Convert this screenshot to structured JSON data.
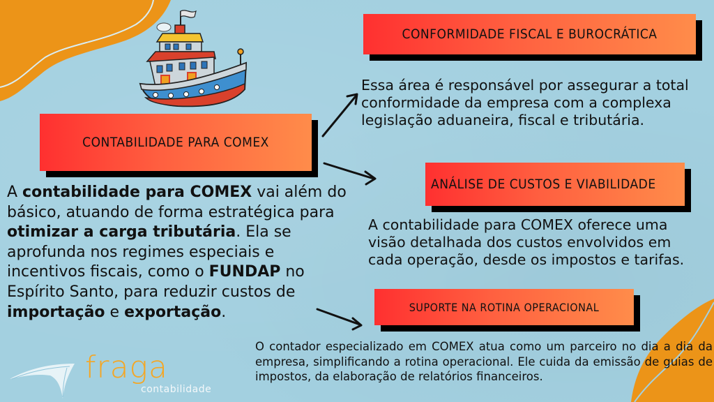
{
  "colors": {
    "background": "#a3d0e0",
    "accent_orange": "#ec9418",
    "banner_start": "#ff3030",
    "banner_end": "#ff8c4a",
    "text": "#111111",
    "logo_orange": "#f5a623"
  },
  "main_banner": {
    "label": "Contabilidade para COMEX"
  },
  "intro_paragraph": {
    "segments": [
      {
        "text": "A ",
        "bold": false
      },
      {
        "text": "contabilidade para COMEX",
        "bold": true
      },
      {
        "text": " vai além do básico, atuando de forma estratégica para ",
        "bold": false
      },
      {
        "text": "otimizar a carga tributária",
        "bold": true
      },
      {
        "text": ". Ela se aprofunda nos regimes especiais e incentivos fiscais, como o ",
        "bold": false
      },
      {
        "text": "FUNDAP",
        "bold": true
      },
      {
        "text": " no Espírito Santo, para reduzir custos de ",
        "bold": false
      },
      {
        "text": "importação",
        "bold": true
      },
      {
        "text": " e ",
        "bold": false
      },
      {
        "text": "exportação",
        "bold": true
      },
      {
        "text": ".",
        "bold": false
      }
    ]
  },
  "sections": [
    {
      "title": "Conformidade fiscal e burocrática",
      "body": "Essa área é responsável por assegurar a total conformidade da empresa com a complexa legislação aduaneira, fiscal e tributária."
    },
    {
      "title": "Análise de custos e viabilidade",
      "body": "A contabilidade para COMEX oferece uma visão detalhada dos custos envolvidos em cada operação, desde os impostos e tarifas."
    },
    {
      "title": "Suporte na rotina operacional",
      "body": "O contador especializado em COMEX atua como um parceiro no dia a dia da empresa, simplificando a rotina operacional. Ele cuida da emissão de guias de impostos, da elaboração de relatórios financeiros."
    }
  ],
  "logo": {
    "word": "fraga",
    "subtitle": "contabilidade"
  },
  "illustration": {
    "name": "cartoon-boat"
  }
}
